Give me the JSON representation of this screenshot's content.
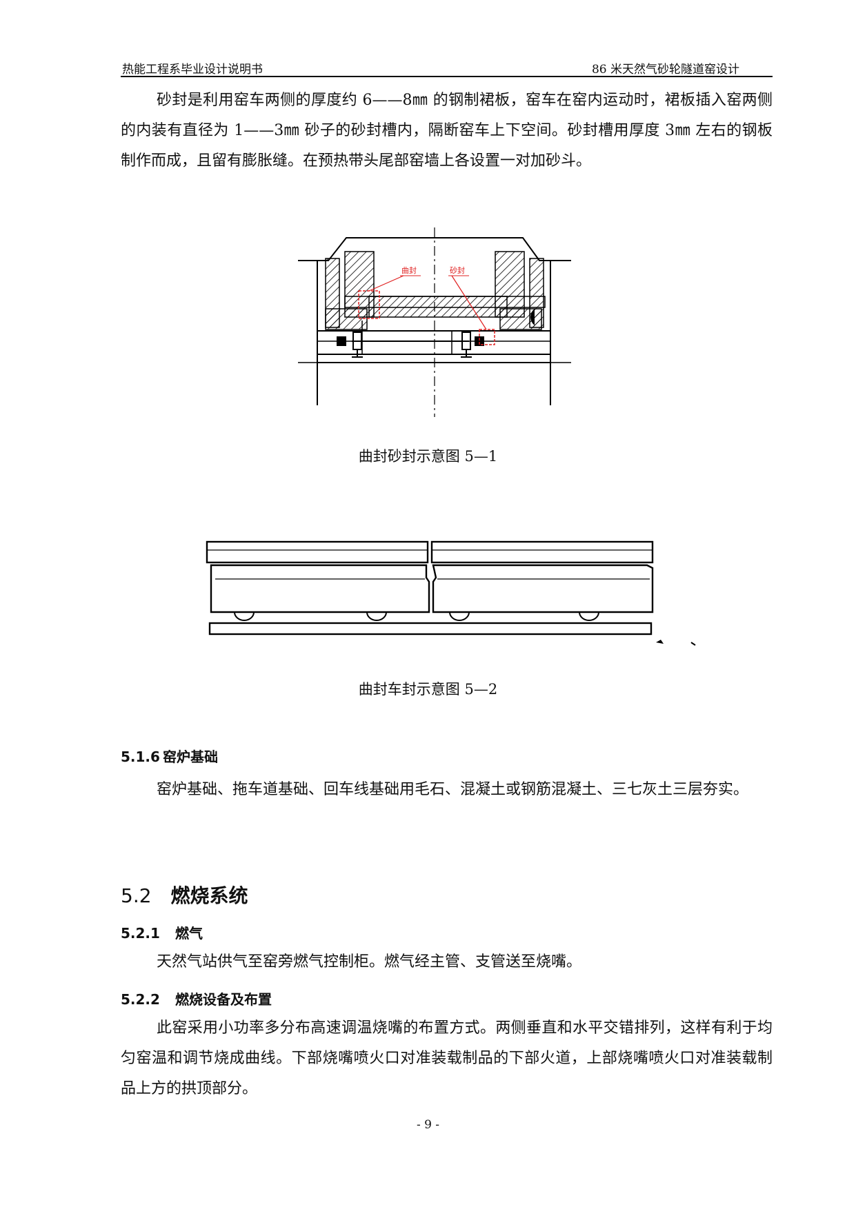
{
  "header": {
    "left": "热能工程系毕业设计说明书",
    "right": "86 米天然气砂轮隧道窑设计"
  },
  "intro_paragraph": "砂封是利用窑车两侧的厚度约 6——8㎜ 的钢制裙板，窑车在窑内运动时，裙板插入窑两侧的内装有直径为 1——3㎜ 砂子的砂封槽内，隔断窑车上下空间。砂封槽用厚度 3㎜ 左右的钢板制作而成，且留有膨胀缝。在预热带头尾部窑墙上各设置一对加砂斗。",
  "figure1": {
    "label_left": "曲封",
    "label_right": "砂封",
    "caption": "曲封砂封示意图 5—1",
    "label_color": "#e02020"
  },
  "figure2": {
    "caption": "曲封车封示意图 5—2"
  },
  "section_516": {
    "number": "5.1.6",
    "title": "窑炉基础",
    "text": "窑炉基础、拖车道基础、回车线基础用毛石、混凝土或钢筋混凝土、三七灰土三层夯实。"
  },
  "section_52": {
    "number": "5.2",
    "title": "燃烧系统"
  },
  "section_521": {
    "number": "5.2.1",
    "title": "燃气",
    "text": "天然气站供气至窑旁燃气控制柜。燃气经主管、支管送至烧嘴。"
  },
  "section_522": {
    "number": "5.2.2",
    "title": "燃烧设备及布置",
    "text": "此窑采用小功率多分布高速调温烧嘴的布置方式。两侧垂直和水平交错排列，这样有利于均匀窑温和调节烧成曲线。下部烧嘴喷火口对准装载制品的下部火道，上部烧嘴喷火口对准装载制品上方的拱顶部分。"
  },
  "page_number": "- 9 -"
}
